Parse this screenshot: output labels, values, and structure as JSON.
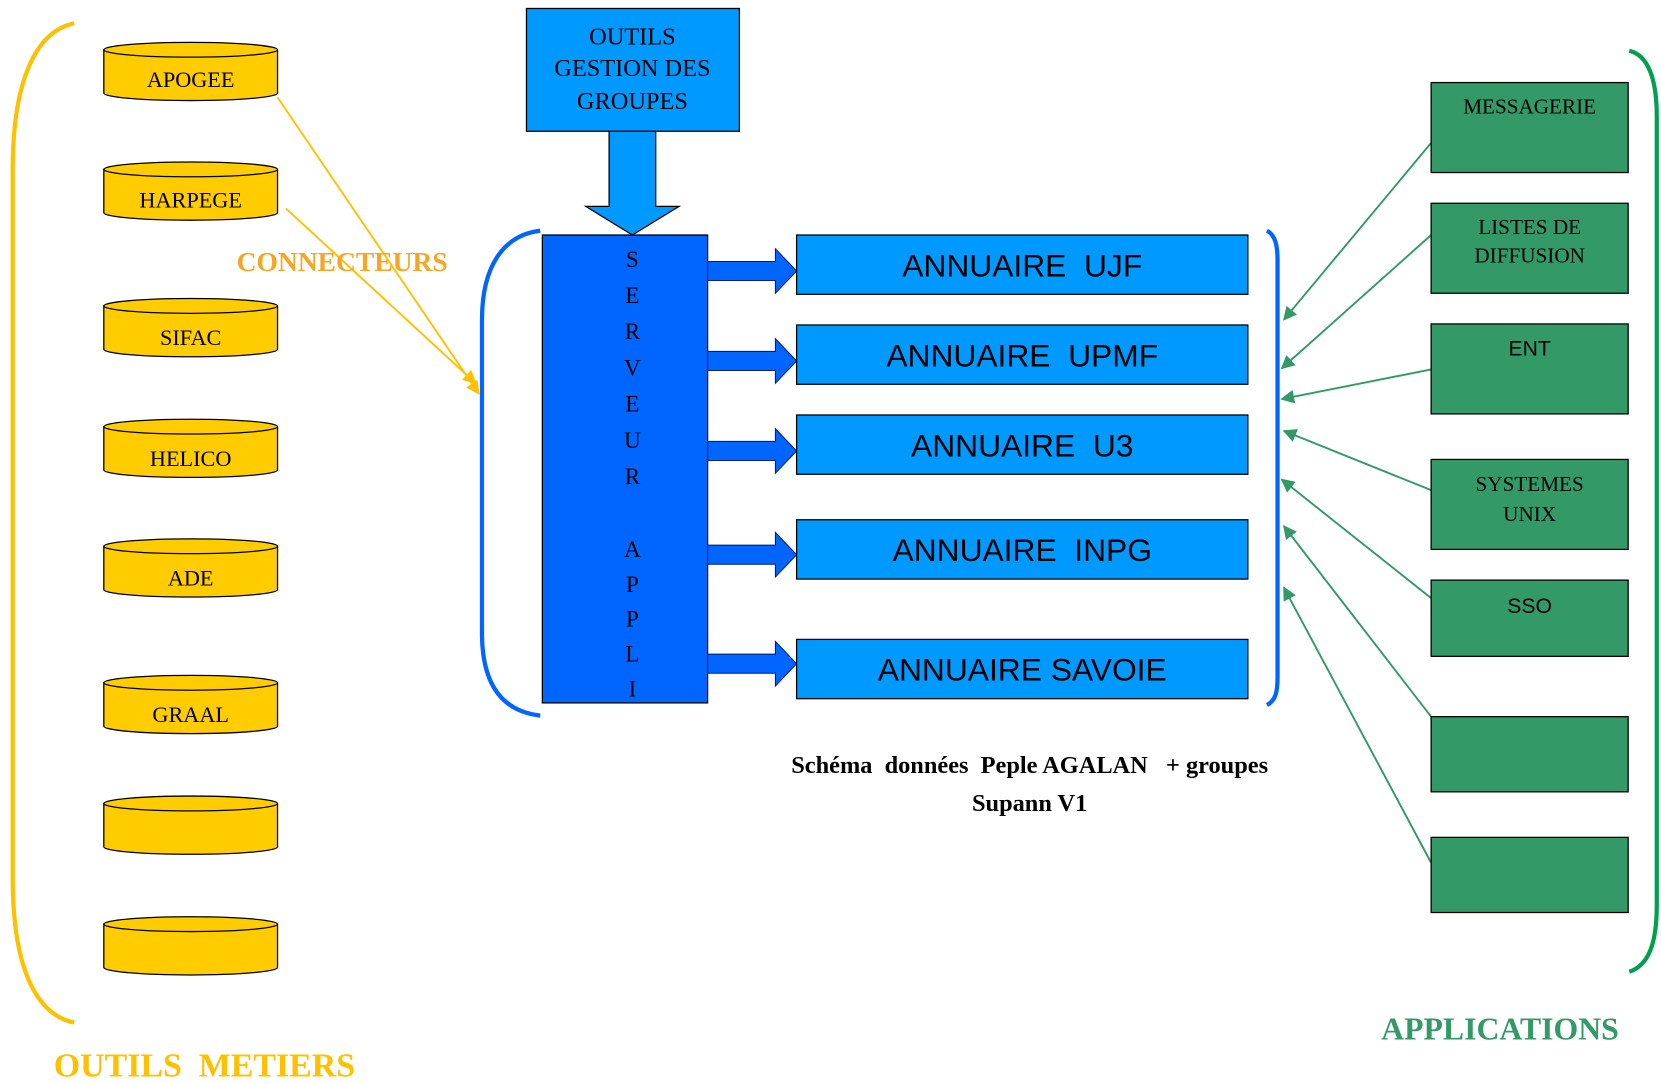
{
  "colors": {
    "metier_yellow": "#FFC000",
    "database_fill": "#FFCC00",
    "connecteurs_orange": "#F5A623",
    "light_blue": "#0099FF",
    "dark_blue": "#0066FF",
    "application_green": "#339966",
    "green_bracket": "#00A050"
  },
  "business_tools": {
    "title": "OUTILS  METIERS",
    "databases": [
      "APOGEE",
      "HARPEGE",
      "SIFAC",
      "HELICO",
      "ADE",
      "GRAAL",
      "",
      ""
    ]
  },
  "connectors_label": "CONNECTEURS",
  "group_tools_box": {
    "lines": [
      "OUTILS",
      "GESTION DES",
      "GROUPES"
    ]
  },
  "server": {
    "words": [
      "SERVEUR",
      "APPLI"
    ]
  },
  "directories": [
    "ANNUAIRE  UJF",
    "ANNUAIRE  UPMF",
    "ANNUAIRE  U3",
    "ANNUAIRE  INPG",
    "ANNUAIRE SAVOIE"
  ],
  "caption": {
    "lines": [
      "Schéma  données  Peple AGALAN   + groupes",
      "Supann V1"
    ]
  },
  "applications": {
    "title": "APPLICATIONS",
    "items": [
      {
        "lines": [
          "MESSAGERIE"
        ]
      },
      {
        "lines": [
          "LISTES DE",
          "DIFFUSION"
        ]
      },
      {
        "lines": [
          "ENT"
        ]
      },
      {
        "lines": [
          "SYSTEMES",
          "UNIX"
        ]
      },
      {
        "lines": [
          "SSO"
        ]
      },
      {
        "lines": []
      },
      {
        "lines": []
      }
    ]
  }
}
